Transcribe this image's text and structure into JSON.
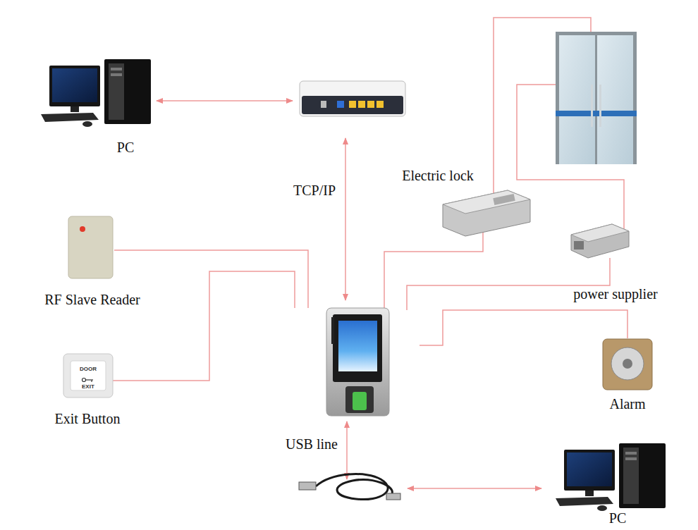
{
  "diagram": {
    "nodes": [
      {
        "text": [
          "PC"
        ]
      },
      {
        "text": [
          "Electric lock"
        ]
      },
      {
        "text": [
          "RF Slave Reader"
        ]
      },
      {
        "text": [
          "power supplier"
        ]
      },
      {
        "text": [
          "Exit Button"
        ]
      },
      {
        "text": [
          "Alarm"
        ]
      },
      {
        "text": [
          "PC"
        ]
      }
    ],
    "labels": [
      "TCP/IP",
      "DOOR",
      "EXIT",
      "USB line"
    ]
  }
}
